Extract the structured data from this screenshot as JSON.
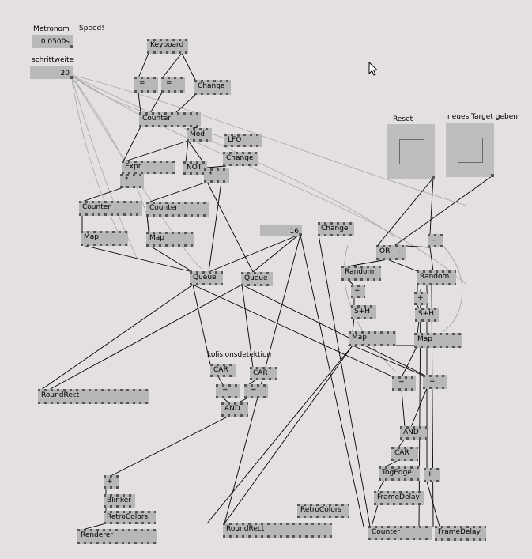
{
  "captions": {
    "metronom": "Metronom",
    "speed": "Speed!",
    "schrittweite": "schrittweite",
    "reset": "Reset",
    "neues_target": "neues Target geben",
    "kolisionsdetektion": "kolisionsdetektion"
  },
  "inputs": {
    "metronom_value": "0.0500s",
    "schrittweite_value": "20",
    "sixteen_value": "16"
  },
  "nodes": {
    "keyboard": "Keyboard",
    "eq1": "=",
    "eq2": "=",
    "change1": "Change",
    "counter1": "Counter",
    "mod": "Mod",
    "lfo": "LFO",
    "expr": "Expr",
    "not": "NOT",
    "change2": "Change",
    "mult1": "*",
    "mult2": "*",
    "counter2": "Counter",
    "counter3": "Counter",
    "map1": "Map",
    "map2": "Map",
    "queue1": "Queue",
    "queue2": "Queue",
    "change3": "Change",
    "or": "OR",
    "minus1": "-",
    "minus2": "-",
    "random1": "Random",
    "random2": "Random",
    "plus1": "+",
    "plus2": "+",
    "sh1": "S+H",
    "sh2": "S+H",
    "map3": "Map",
    "map4": "Map",
    "car1": "CAR",
    "car2": "CAR",
    "eq3": "=",
    "eq4": "=",
    "and1": "AND",
    "eq5": "=",
    "eq6": "=",
    "and2": "AND",
    "car3": "CAR",
    "togedge": "TogEdge",
    "plus3": "+",
    "framedelay1": "FrameDelay",
    "framedelay2": "FrameDelay",
    "counter4": "Counter",
    "roundrect1": "RoundRect",
    "roundrect2": "RoundRect",
    "retrocolors1": "RetroColors",
    "retrocolors2": "RetroColors",
    "plus4": "+",
    "blinker": "Blinker",
    "renderer": "Renderer"
  },
  "colors": {
    "background": "#e3dfe3",
    "node": "#b7b7b7",
    "pin": "#555555",
    "wire": "#000000",
    "wire_light": "#9a9a9a"
  },
  "icons": {
    "cursor": "arrow-cursor-icon"
  }
}
